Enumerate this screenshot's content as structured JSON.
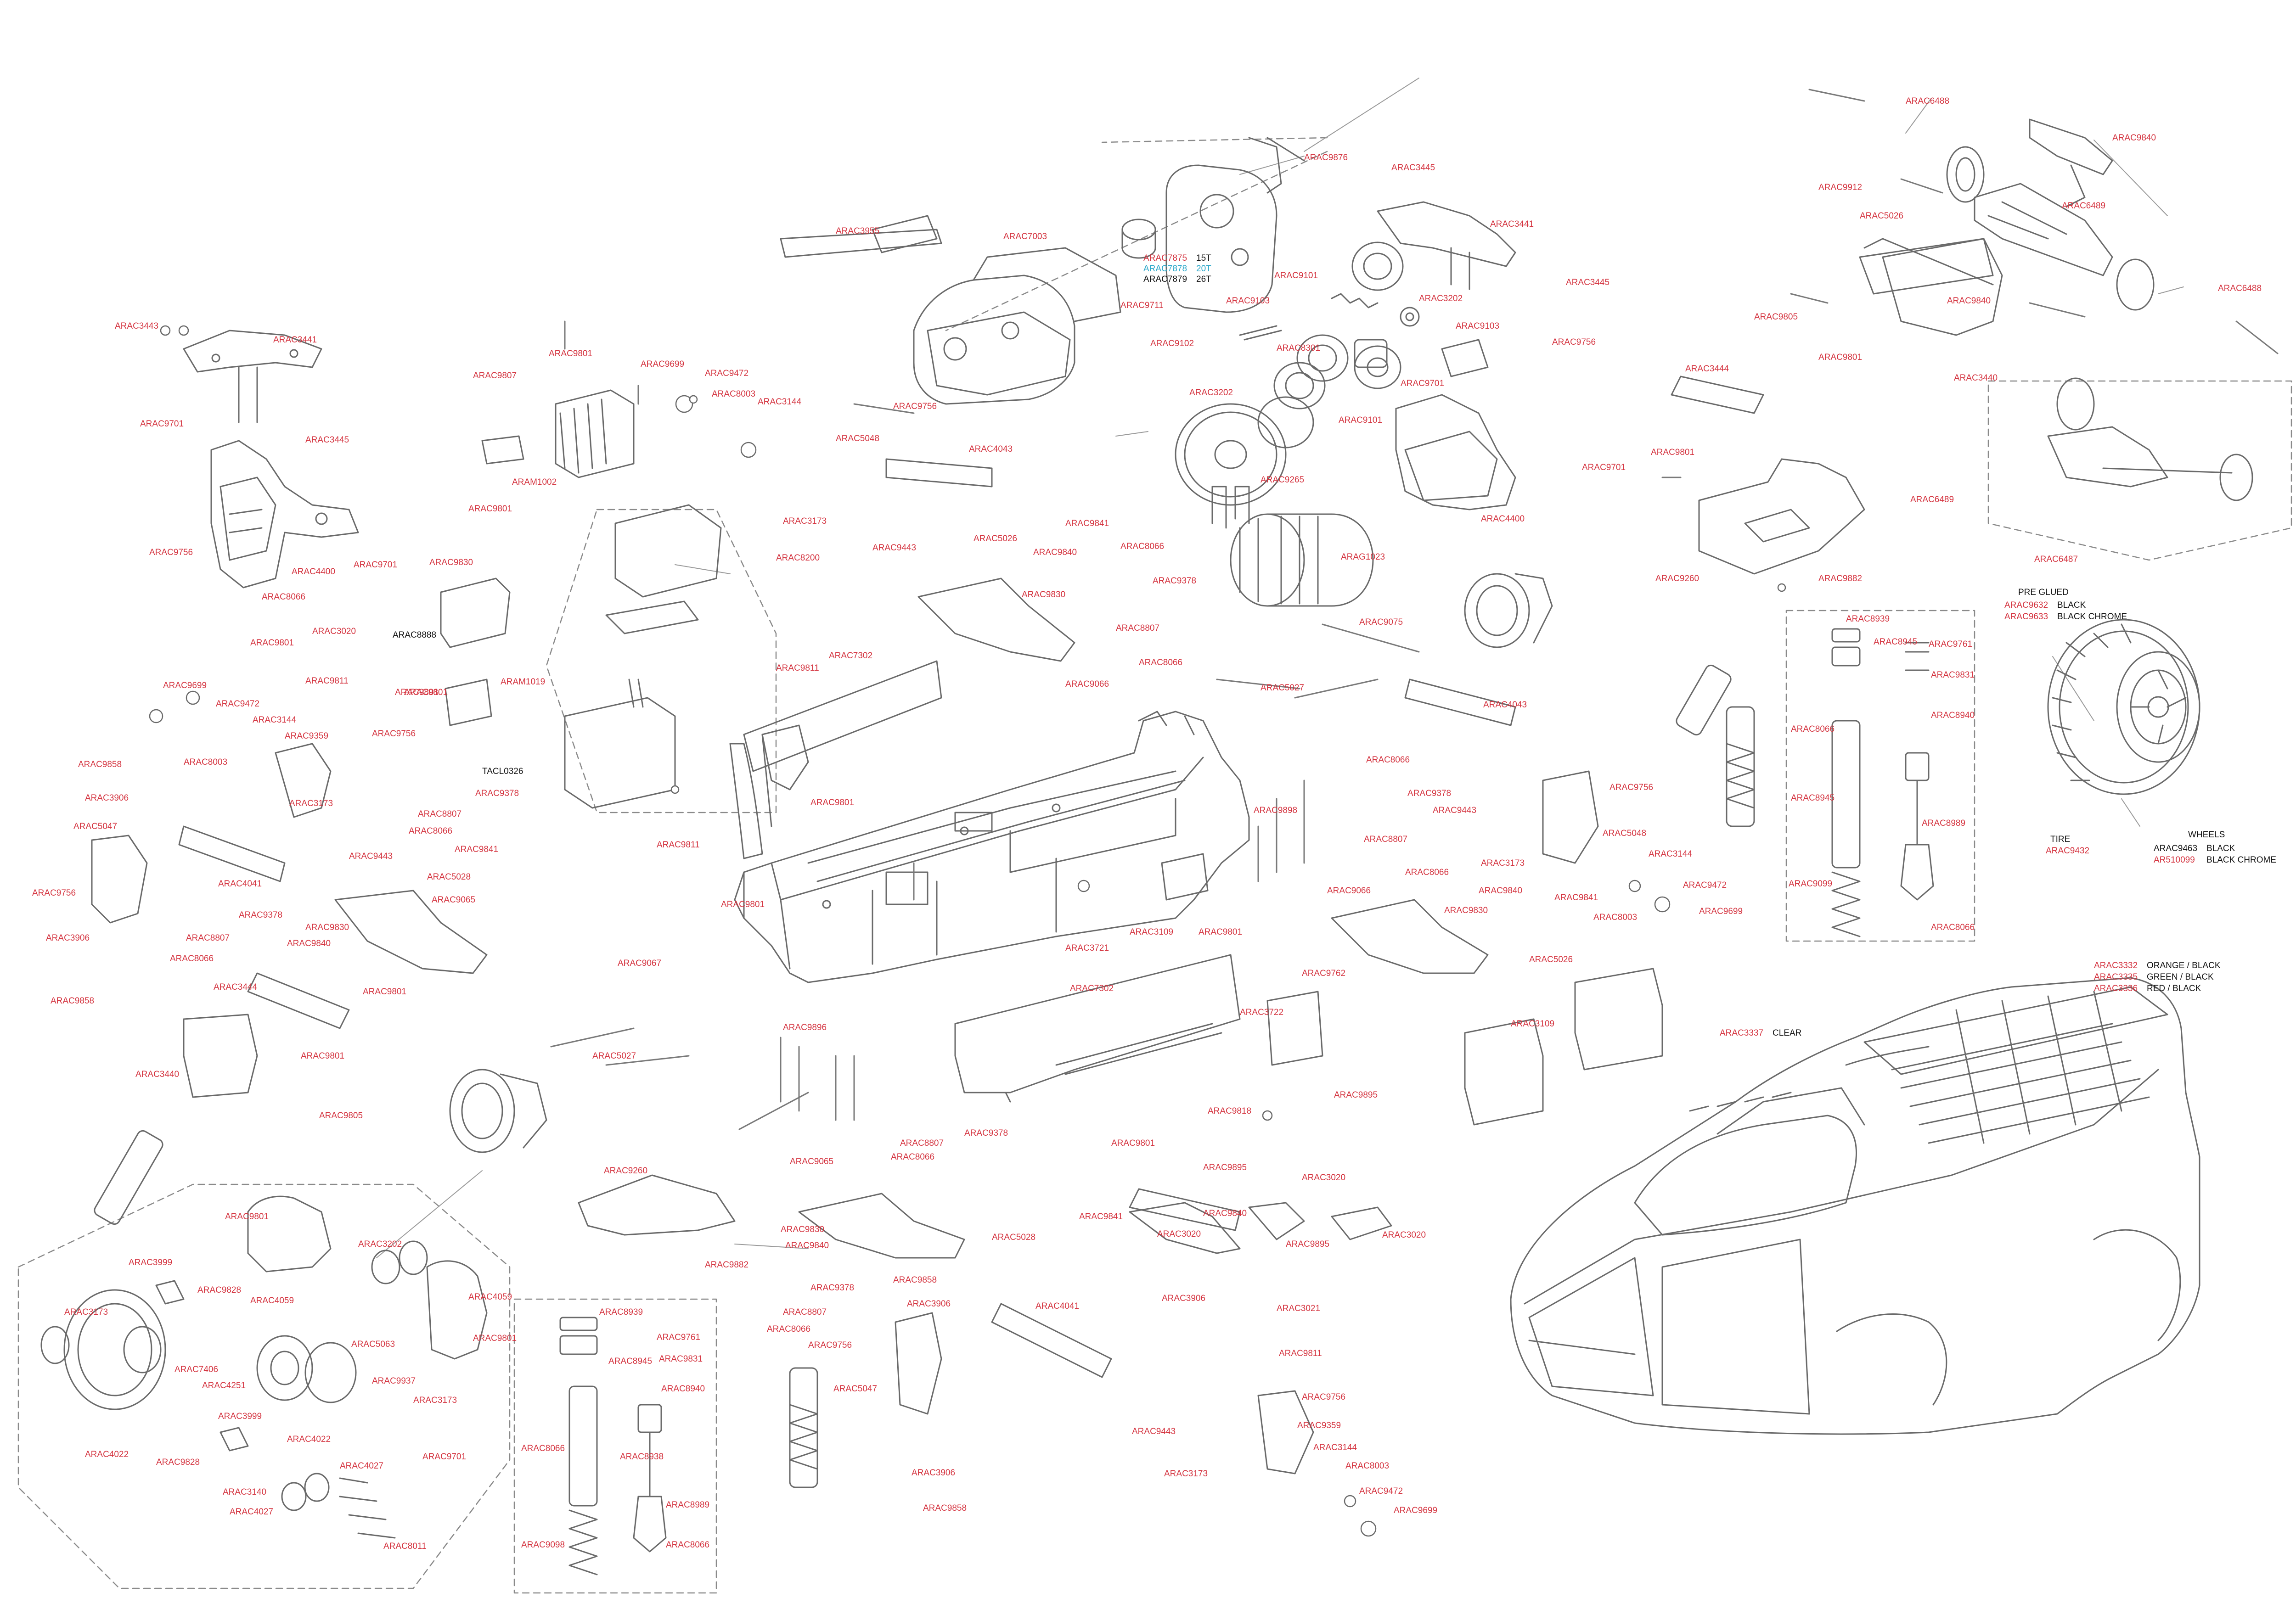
{
  "colors": {
    "part_red": "#d4333f",
    "text_black": "#111111",
    "accent_cyan": "#2aa7c9",
    "line_gray": "#7a7a7a"
  },
  "labels": {
    "arac9840_tr": "ARAC9840",
    "arac6488_t": "ARAC6488",
    "arac6488_r": "ARAC6488",
    "arac9912": "ARAC9912",
    "arac6489_t": "ARAC6489",
    "arac5026_tr": "ARAC5026",
    "arac9840_r": "ARAC9840",
    "arac9805_r": "ARAC9805",
    "arac3440_r": "ARAC3440",
    "arac9801_r1": "ARAC9801",
    "arac3444_r": "ARAC3444",
    "arac9801_r2": "ARAC9801",
    "arac6489_b": "ARAC6489",
    "arac9260_r": "ARAC9260",
    "arac9882_r": "ARAC9882",
    "arac6487": "ARAC6487",
    "arac9876": "ARAC9876",
    "arac3445_t": "ARAC3445",
    "arac3441_t": "ARAC3441",
    "arac3955": "ARAC3955",
    "arac7003": "ARAC7003",
    "arac7875": "ARAC7875",
    "arac7878": "ARAC7878",
    "arac7879": "ARAC7879",
    "t15": "15T",
    "t20": "20T",
    "t26": "26T",
    "arac9101_a": "ARAC9101",
    "arac3445_m": "ARAC3445",
    "arac9103_a": "ARAC9103",
    "arac3202_t": "ARAC3202",
    "arac9711": "ARAC9711",
    "arac9103_b": "ARAC9103",
    "arac9102": "ARAC9102",
    "arac8301": "ARAC8301",
    "arac9756_t": "ARAC9756",
    "arac3202_m": "ARAC3202",
    "arac9101_b": "ARAC9101",
    "arac9701_t": "ARAC9701",
    "arac9265": "ARAC9265",
    "arac9701_r": "ARAC9701",
    "arac4400_r": "ARAC4400",
    "arac3443": "ARAC3443",
    "arac3441_l": "ARAC3441",
    "arac9801_l1": "ARAC9801",
    "arac9807": "ARAC9807",
    "arac9699_t": "ARAC9699",
    "arac9472_t": "ARAC9472",
    "arac8003_t": "ARAC8003",
    "arac3144_t": "ARAC3144",
    "arac9756_m": "ARAC9756",
    "arac9701_l": "ARAC9701",
    "arac3445_l": "ARAC3445",
    "arac5048_t": "ARAC5048",
    "aram1002": "ARAM1002",
    "arac4043_t": "ARAC4043",
    "arac9801_l2": "ARAC9801",
    "arac3173_t": "ARAC3173",
    "arac9443_t": "ARAC9443",
    "arac9756_l": "ARAC9756",
    "arac9830_l": "ARAC9830",
    "arac4400_l": "ARAC4400",
    "arac9701_l2": "ARAC9701",
    "arac8200": "ARAC8200",
    "arac8066_l": "ARAC8066",
    "arac3020_l": "ARAC3020",
    "arac8888": "ARAC8888",
    "arac9801_l3": "ARAC9801",
    "arac9811_l": "ARAC9811",
    "arac9801_l4": "ARAC9801",
    "aram1019": "ARAM1019",
    "arac5026_m": "ARAC5026",
    "arac9841_m": "ARAC9841",
    "arac9840_m": "ARAC9840",
    "arac8066_m": "ARAC8066",
    "arac9830_m": "ARAC9830",
    "arac9378_m": "ARAC9378",
    "arac8807_m": "ARAC8807",
    "arac8066_m2": "ARAC8066",
    "arag1023": "ARAG1023",
    "arac9066_m": "ARAC9066",
    "arac9075": "ARAC9075",
    "arac5027_m": "ARAC5027",
    "arac7302_t": "ARAC7302",
    "arac9811_m": "ARAC9811",
    "arac9699_l": "ARAC9699",
    "arac9472_l": "ARAC9472",
    "arac3144_l": "ARAC3144",
    "arac8003_l": "ARAC8003",
    "arac9359_l": "ARAC9359",
    "arac9756_l2": "ARAC9756",
    "arac9801_l5": "ARAC9801",
    "tacl0326": "TACL0326",
    "arac9858_l": "ARAC9858",
    "arac3906_l": "ARAC3906",
    "arac5047_l": "ARAC5047",
    "arac9378_l": "ARAC9378",
    "arac8807_l": "ARAC8807",
    "arac8066_l2": "ARAC8066",
    "arac3173_l": "ARAC3173",
    "arac9841_l": "ARAC9841",
    "arac9443_l": "ARAC9443",
    "arac9756_l3": "ARAC9756",
    "arac4041_l": "ARAC4041",
    "arac5028_l": "ARAC5028",
    "arac9065_l": "ARAC9065",
    "arac9378_l2": "ARAC9378",
    "arac3906_l2": "ARAC3906",
    "arac9830_l2": "ARAC9830",
    "arac8807_l2": "ARAC8807",
    "arac9840_l": "ARAC9840",
    "arac8066_l3": "ARAC8066",
    "arac9858_l2": "ARAC9858",
    "arac3444_l": "ARAC3444",
    "arac9801_l6": "ARAC9801",
    "arac9801_l7": "ARAC9801",
    "arac3440_l": "ARAC3440",
    "arac9805_l": "ARAC9805",
    "arac9801_c1": "ARAC9801",
    "arac9811_c": "ARAC9811",
    "arac9801_c2": "ARAC9801",
    "arac4043_r": "ARAC4043",
    "arac8066_r": "ARAC8066",
    "arac9378_r": "ARAC9378",
    "arac9443_r": "ARAC9443",
    "arac8807_r": "ARAC8807",
    "arac9756_r2": "ARAC9756",
    "arac5048_r": "ARAC5048",
    "arac3173_r": "ARAC3173",
    "arac8066_r2": "ARAC8066",
    "arac9840_r2": "ARAC9840",
    "arac3144_r": "ARAC3144",
    "arac9066_r": "ARAC9066",
    "arac9830_r": "ARAC9830",
    "arac9841_r": "ARAC9841",
    "arac9472_r": "ARAC9472",
    "arac8003_r": "ARAC8003",
    "arac9699_r": "ARAC9699",
    "arac5026_r": "ARAC5026",
    "arac9898_t": "ARAC9898",
    "arac3721": "ARAC3721",
    "arac3109_m": "ARAC3109",
    "arac9801_m": "ARAC9801",
    "arac8939_r": "ARAC8939",
    "arac8945_r": "ARAC8945",
    "arac9761_r": "ARAC9761",
    "arac9831_r": "ARAC9831",
    "arac8066_r3": "ARAC8066",
    "arac8940_r": "ARAC8940",
    "arac8945_r2": "ARAC8945",
    "arac8989_r": "ARAC8989",
    "arac9099_r": "ARAC9099",
    "arac8066_r4": "ARAC8066",
    "pre_glued": "PRE GLUED",
    "arac9632": "ARAC9632",
    "black1": "BLACK",
    "arac9633": "ARAC9633",
    "black_chrome1": "BLACK CHROME",
    "wheels": "WHEELS",
    "tire": "TIRE",
    "arac9432": "ARAC9432",
    "arac9463": "ARAC9463",
    "black2": "BLACK",
    "ar510099": "AR510099",
    "black_chrome2": "BLACK CHROME",
    "arac9067": "ARAC9067",
    "arac5027_l": "ARAC5027",
    "arac7302_b": "ARAC7302",
    "arac9762": "ARAC9762",
    "arac3722": "ARAC3722",
    "arac9896": "ARAC9896",
    "arac3109_r": "ARAC3109",
    "arac3332": "ARAC3332",
    "orange_black": "ORANGE / BLACK",
    "arac3335": "ARAC3335",
    "green_black": "GREEN / BLACK",
    "arac3336": "ARAC3336",
    "red_black": "RED / BLACK",
    "arac3337": "ARAC3337",
    "clear": "CLEAR",
    "arac8807_c": "ARAC8807",
    "arac9378_c": "ARAC9378",
    "arac8066_c": "ARAC8066",
    "arac9801_c3": "ARAC9801",
    "arac9818": "ARAC9818",
    "arac9895_a": "ARAC9895",
    "arac9895_b": "ARAC9895",
    "arac9260_l": "ARAC9260",
    "arac9065_c": "ARAC9065",
    "arac9840_c": "ARAC9840",
    "arac9830_c": "ARAC9830",
    "arac9840_c2": "ARAC9840",
    "arac5028_c": "ARAC5028",
    "arac9841_c": "ARAC9841",
    "arac9840_c3": "ARAC9840",
    "arac3020_c": "ARAC3020",
    "arac3020_c2": "ARAC3020",
    "arac9895_c": "ARAC9895",
    "arac3020_c3": "ARAC3020",
    "arac3906_c": "ARAC3906",
    "arac3021": "ARAC3021",
    "arac9882_c": "ARAC9882",
    "arac9378_c2": "ARAC9378",
    "arac9858_c": "ARAC9858",
    "arac8807_c2": "ARAC8807",
    "arac3906_c2": "ARAC3906",
    "arac8066_c2": "ARAC8066",
    "arac9756_c": "ARAC9756",
    "arac4041_c": "ARAC4041",
    "arac5047_c": "ARAC5047",
    "arac9811_c2": "ARAC9811",
    "arac9756_c2": "ARAC9756",
    "arac9443_c": "ARAC9443",
    "arac9359_c": "ARAC9359",
    "arac3144_c": "ARAC3144",
    "arac3173_c": "ARAC3173",
    "arac8003_c": "ARAC8003",
    "arac9472_c": "ARAC9472",
    "arac9699_c": "ARAC9699",
    "arac3906_c3": "ARAC3906",
    "arac9858_c2": "ARAC9858",
    "arac9801_d1": "ARAC9801",
    "arac3999_a": "ARAC3999",
    "arac3202_d": "ARAC3202",
    "arac9828_a": "ARAC9828",
    "arac4059_a": "ARAC4059",
    "arac4059_b": "ARAC4059",
    "arac3173_d": "ARAC3173",
    "arac5063": "ARAC5063",
    "arac9801_d2": "ARAC9801",
    "arac7406": "ARAC7406",
    "arac4251": "ARAC4251",
    "arac9937": "ARAC9937",
    "arac3173_d2": "ARAC3173",
    "arac3999_b": "ARAC3999",
    "arac4022_a": "ARAC4022",
    "arac9828_b": "ARAC9828",
    "arac4027_a": "ARAC4027",
    "arac9701_d": "ARAC9701",
    "arac4022_b": "ARAC4022",
    "arac3140": "ARAC3140",
    "arac4027_b": "ARAC4027",
    "arac8011": "ARAC8011",
    "arac8939_l": "ARAC8939",
    "arac9761_l": "ARAC9761",
    "arac8945_l": "ARAC8945",
    "arac9831_l": "ARAC9831",
    "arac8940_l": "ARAC8940",
    "arac8066_d": "ARAC8066",
    "arac8938": "ARAC8938",
    "arac8989_l": "ARAC8989",
    "arac9098": "ARAC9098",
    "arac8066_d2": "ARAC8066"
  }
}
